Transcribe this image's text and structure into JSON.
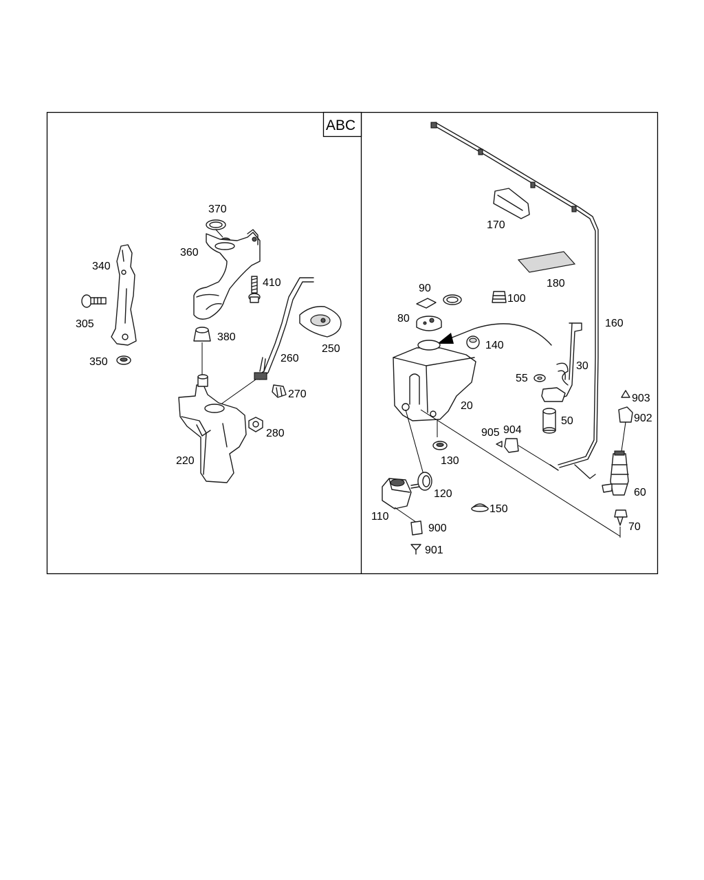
{
  "variant_box": {
    "label": "ABC"
  },
  "left_panel": {
    "labels": [
      "370",
      "360",
      "340",
      "410",
      "305",
      "380",
      "260",
      "250",
      "350",
      "270",
      "280",
      "220"
    ]
  },
  "right_panel": {
    "labels": [
      "170",
      "180",
      "90",
      "100",
      "160",
      "80",
      "140",
      "30",
      "55",
      "20",
      "50",
      "903",
      "902",
      "905",
      "904",
      "130",
      "60",
      "120",
      "150",
      "110",
      "70",
      "900",
      "901"
    ]
  },
  "colors": {
    "line": "#1a1a1a",
    "shade": "#d8d8d8",
    "background": "#ffffff"
  }
}
